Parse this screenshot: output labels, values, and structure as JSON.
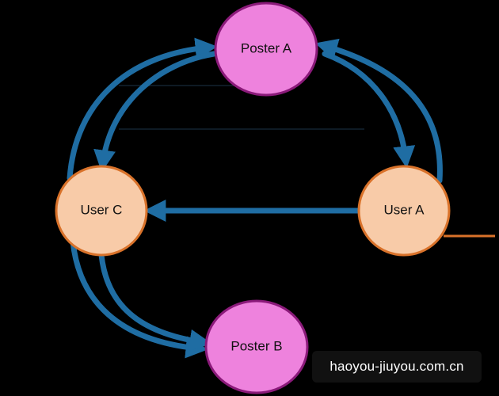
{
  "nodes": {
    "poster_a": {
      "label": "Poster A"
    },
    "poster_b": {
      "label": "Poster B"
    },
    "user_a": {
      "label": "User A"
    },
    "user_c": {
      "label": "User C"
    }
  },
  "watermark": {
    "text": "haoyou-jiuyou.com.cn"
  },
  "colors": {
    "background": "#000000",
    "poster_fill": "#ee82dd",
    "poster_stroke": "#8b1a7a",
    "user_fill": "#f8cba8",
    "user_stroke": "#d9722a",
    "edge": "#1f6da3"
  }
}
